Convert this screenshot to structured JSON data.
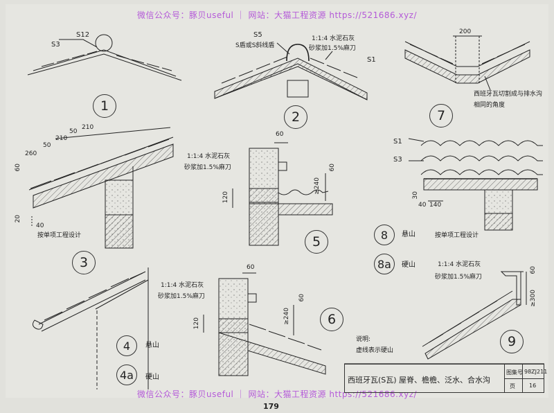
{
  "watermark": {
    "top": "微信公众号：豚贝useful ｜ 网站：大猫工程资源 https://521686.xyz/",
    "bottom": "微信公众号：豚贝useful ｜ 网站：大猫工程资源 https://521686.xyz/"
  },
  "page_number": "179",
  "detail1": {
    "num": "1",
    "s3": "S3",
    "s12": "S12"
  },
  "detail2": {
    "num": "2",
    "s5": "S5",
    "s1": "S1",
    "note_a": "S盾或S斜线盾",
    "mortar1": "1:1:4 水泥石灰",
    "mortar2": "砂浆加1.5%麻刀"
  },
  "detail7": {
    "num": "7",
    "dim": "200",
    "note1": "西班牙瓦切割成与排水沟",
    "note2": "相同的角度"
  },
  "detail3": {
    "num": "3",
    "dims": [
      "260",
      "50",
      "210",
      "50",
      "210"
    ],
    "d60": "60",
    "d20": "20",
    "d40": "40",
    "note": "按单项工程设计"
  },
  "detail5": {
    "num": "5",
    "d60": "60",
    "d60b": "60",
    "d120": "120",
    "d240": "≥240",
    "mortar1": "1:1:4 水泥石灰",
    "mortar2": "砂浆加1.5%麻刀"
  },
  "detail8": {
    "num": "8",
    "num_a": "8a",
    "s1": "S1",
    "s3": "S3",
    "d30": "30",
    "d40": "40",
    "d140": "140",
    "note": "按单项工程设计",
    "label8": "悬山",
    "label8a": "硬山"
  },
  "detail4": {
    "num": "4",
    "num_a": "4a",
    "label4": "悬山",
    "label4a": "硬山",
    "mortar1": "1:1:4 水泥石灰",
    "mortar2": "砂浆加1.5%麻刀"
  },
  "detail6": {
    "num": "6",
    "d60": "60",
    "d60b": "60",
    "d120": "120",
    "d240": "≥240"
  },
  "detail9": {
    "num": "9",
    "d60": "60",
    "d300": "≥300",
    "mortar1": "1:1:4 水泥石灰",
    "mortar2": "砂浆加1.5%麻刀"
  },
  "notes": {
    "line1": "说明:",
    "line2": "虚线表示硬山"
  },
  "title_block": {
    "title": "西班牙瓦(S瓦) 屋脊、檐檐、泛水、合水沟",
    "atlas_label": "图集号",
    "atlas_no": "98ZJ211",
    "page_label": "页",
    "page_no": "16"
  }
}
